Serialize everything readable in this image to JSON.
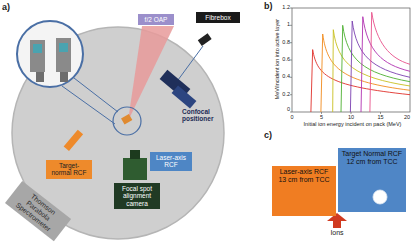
{
  "diagram": {
    "nodes": [
      {
        "text": [
          "f/2 OAP"
        ]
      },
      {
        "text": [
          "Fibrebox"
        ]
      },
      {
        "text": [
          "Laser-axis RCF"
        ]
      },
      {
        "text": [
          "Focal spot alignment camera"
        ]
      },
      {
        "text": [
          "Target-normal RCF"
        ]
      },
      {
        "text": [
          "Thomson Parabola Spectrometer"
        ]
      },
      {
        "text": [
          "Laser-axis RCF 13 cm from TCC"
        ]
      },
      {
        "text": [
          "Target Normal RCF 12 cm from TCC"
        ]
      }
    ],
    "labels": [
      "a)",
      "Confocal positioner",
      "b)",
      "1.2",
      "1",
      "0.8",
      "0.6",
      "0.4",
      "0.2",
      "0",
      "0",
      "5",
      "10",
      "15",
      "20",
      "MeV/incident ion into active layer",
      "Initial ion energy incident on pack (MeV)",
      "c)",
      "Ions"
    ]
  }
}
